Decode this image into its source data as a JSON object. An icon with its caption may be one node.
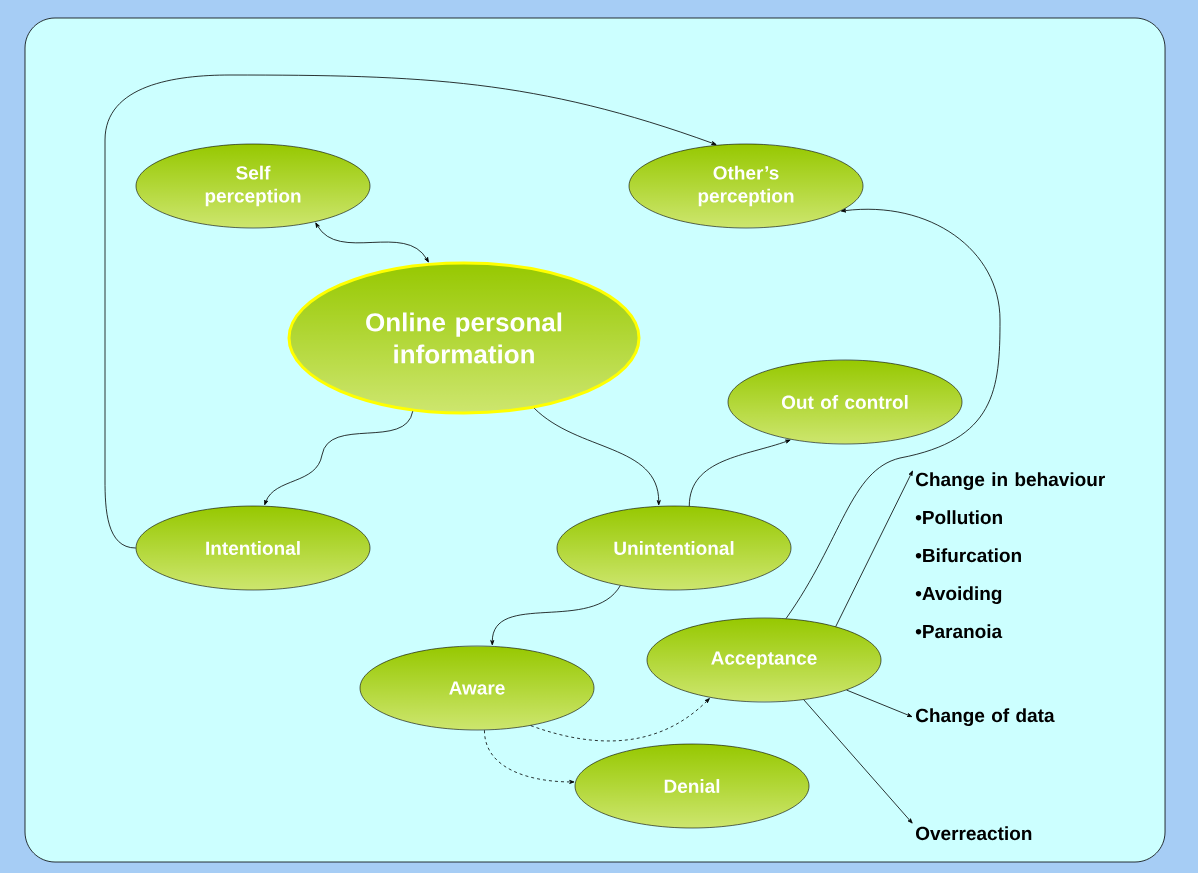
{
  "diagram": {
    "nodes": [
      {
        "text": [
          "Self perception"
        ]
      },
      {
        "text": [
          "Other’s perception"
        ]
      },
      {
        "text": [
          "Online personal information"
        ]
      },
      {
        "text": [
          "Out of control"
        ]
      },
      {
        "text": [
          "Intentional"
        ]
      },
      {
        "text": [
          "Unintentional"
        ]
      },
      {
        "text": [
          "Aware"
        ]
      },
      {
        "text": [
          "Acceptance"
        ]
      },
      {
        "text": [
          "Denial"
        ]
      },
      {
        "text": [
          "Change in behaviour",
          "•Pollution",
          "•Bifurcation",
          "•Avoiding",
          "•Paranoia"
        ]
      },
      {
        "text": [
          "Change of data"
        ]
      },
      {
        "text": [
          "Overreaction"
        ]
      }
    ],
    "edges": [
      {
        "from": 0,
        "to": 2,
        "arrow": "both"
      },
      {
        "from": 4,
        "to": 1,
        "arrow": "to"
      },
      {
        "from": 2,
        "to": 4,
        "arrow": "to"
      },
      {
        "from": 2,
        "to": 5,
        "arrow": "to"
      },
      {
        "from": 5,
        "to": 3,
        "arrow": "to"
      },
      {
        "from": 5,
        "to": 6,
        "arrow": "to"
      },
      {
        "from": 6,
        "to": 7,
        "arrow": "to",
        "style": "dashed"
      },
      {
        "from": 6,
        "to": 8,
        "arrow": "to",
        "style": "dashed"
      },
      {
        "from": 7,
        "to": 1,
        "arrow": "to"
      },
      {
        "from": 7,
        "to": 9,
        "arrow": "to"
      },
      {
        "from": 7,
        "to": 10,
        "arrow": "to"
      },
      {
        "from": 7,
        "to": 11,
        "arrow": "to"
      }
    ]
  }
}
